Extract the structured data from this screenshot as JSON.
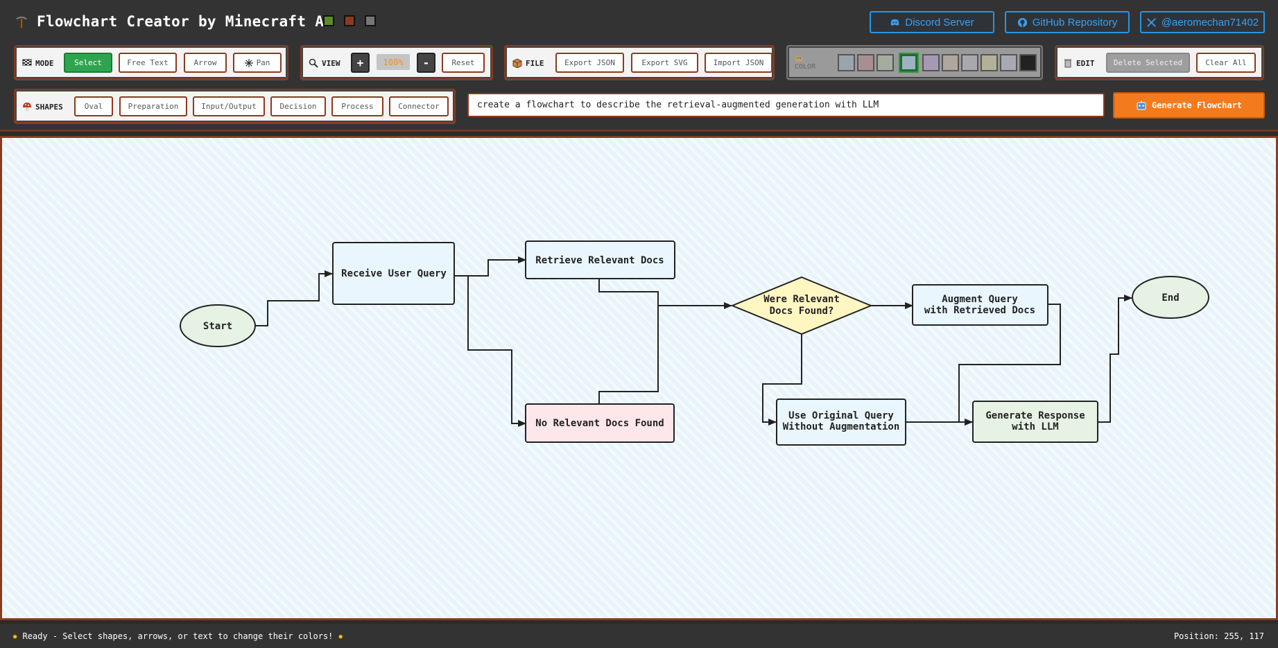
{
  "header": {
    "title": "Flowchart Creator by Minecraft AI",
    "blocks": [
      "#5b8a2b",
      "#8b3a1f",
      "#777777"
    ],
    "links": [
      {
        "label": "Discord Server",
        "icon": "discord-icon"
      },
      {
        "label": "GitHub Repository",
        "icon": "github-icon"
      },
      {
        "label": "@aeromechan71402",
        "icon": "x-icon"
      }
    ]
  },
  "toolbar": {
    "mode": {
      "label": "MODE",
      "buttons": [
        "Select",
        "Free Text",
        "Arrow",
        "Pan"
      ],
      "active": "Select"
    },
    "view": {
      "label": "VIEW",
      "zoom_in": "+",
      "zoom": "100%",
      "zoom_out": "-",
      "reset": "Reset"
    },
    "file": {
      "label": "FILE",
      "buttons": [
        "Export JSON",
        "Export SVG",
        "Import JSON"
      ]
    },
    "color": {
      "label": "COLOR",
      "swatches": [
        "#9aa4ac",
        "#a88e92",
        "#a6aba0",
        "#9fb2c2",
        "#a59ab2",
        "#b1a69b",
        "#a7a9ae",
        "#b3b197",
        "#a9a9b3",
        "#222222"
      ],
      "selected_index": 3
    },
    "edit": {
      "label": "EDIT",
      "delete": "Delete Selected",
      "clear": "Clear All"
    },
    "shapes": {
      "label": "SHAPES",
      "buttons": [
        "Oval",
        "Preparation",
        "Input/Output",
        "Decision",
        "Process",
        "Connector"
      ]
    },
    "prompt": {
      "value": "create a flowchart to describe the retrieval-augmented generation with LLM"
    },
    "generate_label": "Generate Flowchart"
  },
  "flowchart": {
    "nodes": [
      {
        "id": "start",
        "shape": "oval",
        "lines": [
          "Start"
        ],
        "fill": "#e6f2e3"
      },
      {
        "id": "receive",
        "shape": "process",
        "lines": [
          "Receive User Query"
        ],
        "fill": "#eaf6fd"
      },
      {
        "id": "retrieve",
        "shape": "process",
        "lines": [
          "Retrieve Relevant Docs"
        ],
        "fill": "#eaf6fd"
      },
      {
        "id": "none",
        "shape": "process",
        "lines": [
          "No Relevant Docs Found"
        ],
        "fill": "#fde7ea"
      },
      {
        "id": "decision",
        "shape": "decision",
        "lines": [
          "Were Relevant",
          "Docs Found?"
        ],
        "fill": "#fff6c2"
      },
      {
        "id": "augment",
        "shape": "process",
        "lines": [
          "Augment Query",
          "with Retrieved Docs"
        ],
        "fill": "#eaf6fd"
      },
      {
        "id": "original",
        "shape": "process",
        "lines": [
          "Use Original Query",
          "Without Augmentation"
        ],
        "fill": "#eaf6fd"
      },
      {
        "id": "generate",
        "shape": "process",
        "lines": [
          "Generate Response",
          "with LLM"
        ],
        "fill": "#e6f2e3"
      },
      {
        "id": "end",
        "shape": "oval",
        "lines": [
          "End"
        ],
        "fill": "#e6f2e3"
      }
    ]
  },
  "status": {
    "message": "Ready - Select shapes, arrows, or text to change their colors!",
    "position": "Position: 255, 117"
  }
}
